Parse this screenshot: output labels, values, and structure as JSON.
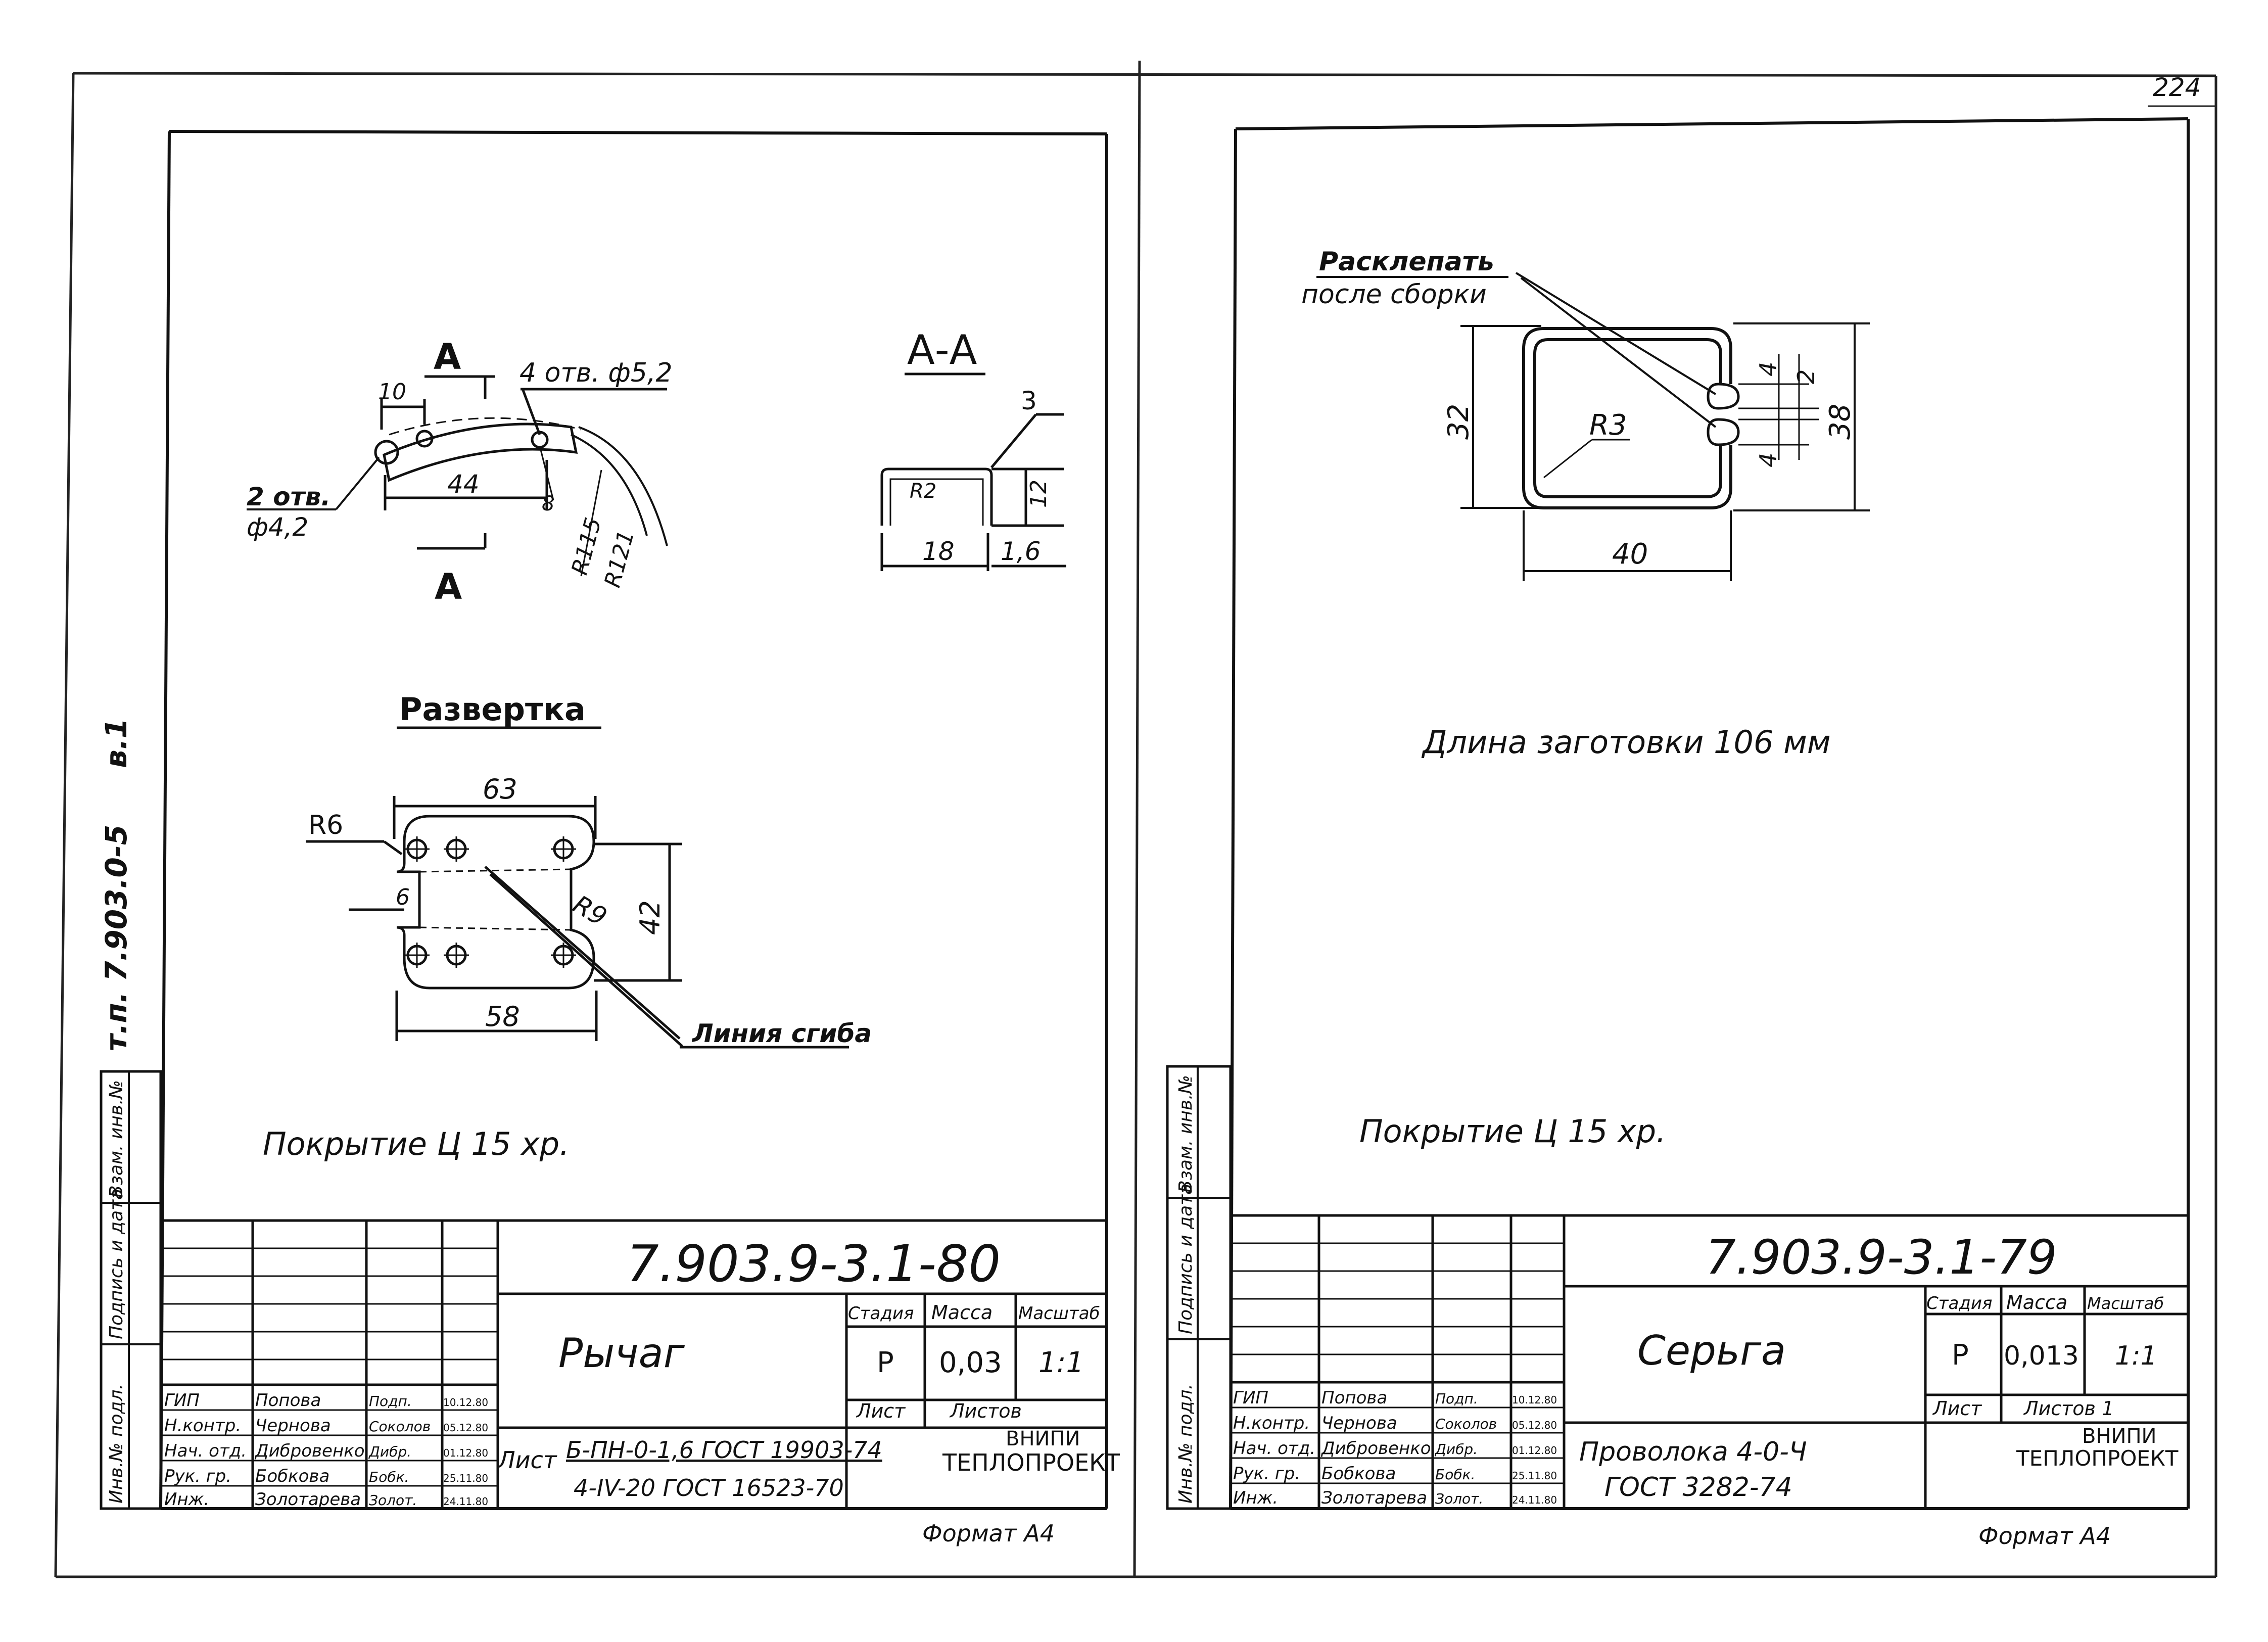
{
  "page_number": "224",
  "side_text": {
    "project_code": "т.п. 7.903.0-5",
    "volume": "в.1"
  },
  "side_stamp_labels": [
    "Инв.№ подл.",
    "Подпись и дата",
    "Взам. инв.№"
  ],
  "left_sheet": {
    "section_a_left": "А",
    "section_a_bottom": "А",
    "section_title": "А-А",
    "dim_10": "10",
    "holes_4": "4 отв. ф5,2",
    "holes_2_line1": "2 отв.",
    "holes_2_line2": "ф4,2",
    "dim_44": "44",
    "dim_8": "8",
    "r115": "R115",
    "r121": "R121",
    "dim_3": "3",
    "r2": "R2",
    "dim_12": "12",
    "dim_18": "18",
    "dim_1_6": "1,6",
    "development_title": "Развертка",
    "dim_63": "63",
    "r6": "R6",
    "dim_6": "6",
    "r9": "R9",
    "dim_42": "42",
    "dim_58": "58",
    "bend_line": "Линия сгиба",
    "coating": "Покрытие Ц 15 хр.",
    "doc_number": "7.903.9-3.1-80",
    "part_name": "Рычаг",
    "col_stage": "Стадия",
    "col_mass": "Масса",
    "col_scale": "Масштаб",
    "stage": "Р",
    "mass": "0,03",
    "scale": "1:1",
    "sheet_label": "Лист",
    "sheets_label": "Листов",
    "org_line1": "ВНИПИ",
    "org_line2": "ТЕПЛОПРОЕКТ",
    "material_prefix": "Лист",
    "material_line1": "Б-ПН-0-1,6 ГОСТ 19903-74",
    "material_line2": "4-IV-20 ГОСТ 16523-70",
    "format": "Формат А4",
    "staff": [
      {
        "role": "ГИП",
        "name": "Попова",
        "sign": "Подп.",
        "date": "10.12.80"
      },
      {
        "role": "Н.контр.",
        "name": "Чернова",
        "sign": "Соколов",
        "date": "05.12.80"
      },
      {
        "role": "Нач. отд.",
        "name": "Дибровенко",
        "sign": "Дибр.",
        "date": "01.12.80"
      },
      {
        "role": "Рук. гр.",
        "name": "Бобкова",
        "sign": "Бобк.",
        "date": "25.11.80"
      },
      {
        "role": "Инж.",
        "name": "Золотарева",
        "sign": "Золот.",
        "date": "24.11.80"
      }
    ]
  },
  "right_sheet": {
    "rivet_line1": "Расклепать",
    "rivet_line2": "после сборки",
    "dim_32": "32",
    "dim_4a": "4",
    "dim_2": "2",
    "dim_38": "38",
    "r3": "R3",
    "dim_4b": "4",
    "dim_40": "40",
    "blank_length": "Длина заготовки 106 мм",
    "coating": "Покрытие Ц 15 хр.",
    "doc_number": "7.903.9-3.1-79",
    "part_name": "Серьга",
    "col_stage": "Стадия",
    "col_mass": "Масса",
    "col_scale": "Масштаб",
    "stage": "Р",
    "mass": "0,013",
    "scale": "1:1",
    "sheet_label": "Лист",
    "sheets_label": "Листов 1",
    "org_line1": "ВНИПИ",
    "org_line2": "ТЕПЛОПРОЕКТ",
    "material_line1": "Проволока 4-0-Ч",
    "material_line2": "ГОСТ 3282-74",
    "format": "Формат А4",
    "staff": [
      {
        "role": "ГИП",
        "name": "Попова",
        "sign": "Подп.",
        "date": "10.12.80"
      },
      {
        "role": "Н.контр.",
        "name": "Чернова",
        "sign": "Соколов",
        "date": "05.12.80"
      },
      {
        "role": "Нач. отд.",
        "name": "Дибровенко",
        "sign": "Дибр.",
        "date": "01.12.80"
      },
      {
        "role": "Рук. гр.",
        "name": "Бобкова",
        "sign": "Бобк.",
        "date": "25.11.80"
      },
      {
        "role": "Инж.",
        "name": "Золотарева",
        "sign": "Золот.",
        "date": "24.11.80"
      }
    ]
  }
}
